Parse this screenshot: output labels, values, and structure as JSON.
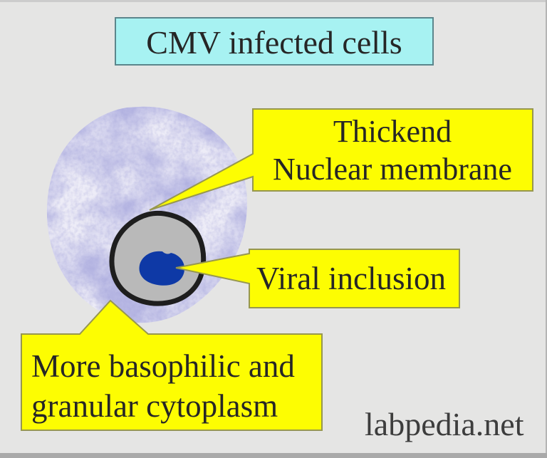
{
  "title": "CMV infected cells",
  "callouts": {
    "nuclear_membrane": {
      "line1": "Thickend",
      "line2": "Nuclear membrane"
    },
    "viral_inclusion": {
      "label": "Viral inclusion"
    },
    "cytoplasm": {
      "line1": "More basophilic and",
      "line2": "granular cytoplasm"
    }
  },
  "watermark": "labpedia.net",
  "colors": {
    "background": "#e5e5e4",
    "top_edge": "#cccccc",
    "bottom_edge": "#a9a9a9",
    "right_edge": "#b5b5b5",
    "title_box_fill": "#a7f2f2",
    "title_box_border": "#5c868c",
    "label_box_fill": "#fdfd02",
    "label_box_border": "#97974f",
    "text": "#262626",
    "cytoplasm_base": "#edecf7",
    "cytoplasm_mottle": "#7676bd",
    "nucleus_fill": "#b9b9b9",
    "nuclear_membrane_stroke": "#1e1e1e",
    "viral_inclusion_fill": "#0e39a6",
    "watermark_text": "#3d3d3d"
  }
}
